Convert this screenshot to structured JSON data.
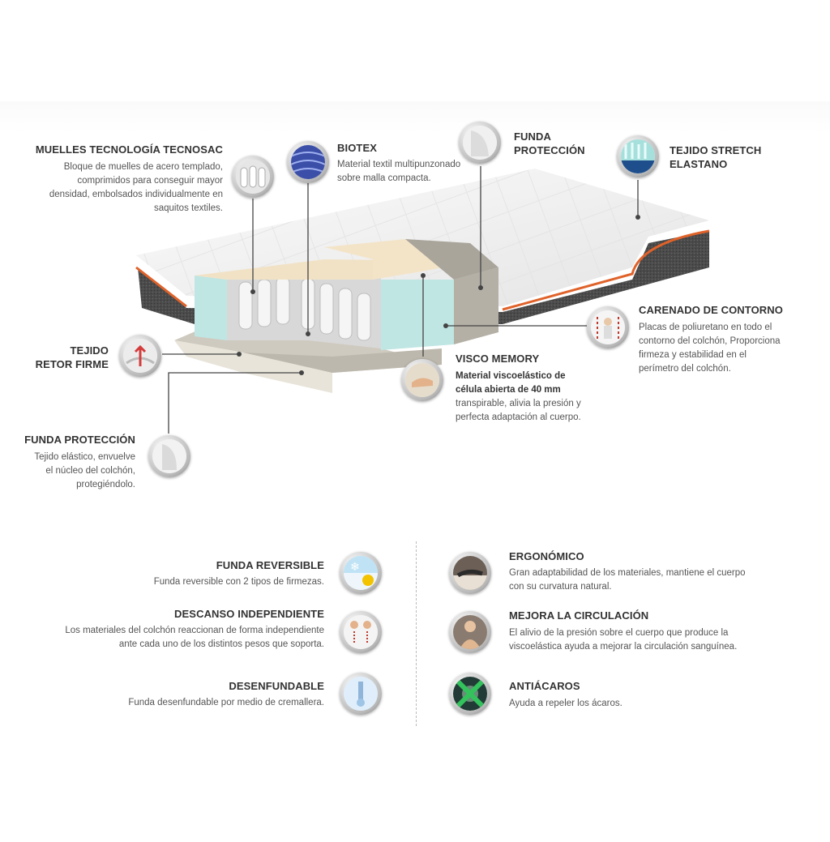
{
  "callouts": {
    "muelles": {
      "title": "MUELLES TECNOLOGÍA TECNOSAC",
      "text": [
        "Bloque de muelles de acero templado,",
        "comprimidos para conseguir mayor",
        "densidad, embolsados individualmente en",
        "saquitos textiles."
      ]
    },
    "biotex": {
      "title": "BIOTEX",
      "text": [
        "Material textil multipunzonado",
        "sobre malla compacta."
      ]
    },
    "funda_top": {
      "title": [
        "FUNDA",
        "PROTECCIÓN"
      ]
    },
    "stretch": {
      "title": [
        "TEJIDO STRETCH",
        "ELASTANO"
      ]
    },
    "carenado": {
      "title": "CARENADO DE CONTORNO",
      "text": [
        "Placas de poliuretano en todo el",
        "contorno del colchón, Proporciona",
        "firmeza y estabilidad en el",
        "perímetro del colchón."
      ]
    },
    "tejido_retor": {
      "title": [
        "TEJIDO",
        "RETOR FIRME"
      ]
    },
    "visco": {
      "title": "VISCO MEMORY",
      "bold": [
        "Material viscoelástico de",
        "célula abierta de 40 mm"
      ],
      "text": [
        "transpirable, alivia la presión y",
        "perfecta adaptación al cuerpo."
      ]
    },
    "funda_bottom": {
      "title": "FUNDA PROTECCIÓN",
      "text": [
        "Tejido elástico, envuelve",
        "el núcleo del colchón,",
        "protegiéndolo."
      ]
    }
  },
  "features_left": [
    {
      "title": "FUNDA REVERSIBLE",
      "text": [
        "Funda reversible con 2 tipos de firmezas."
      ],
      "icon": "snowflake-sun-icon"
    },
    {
      "title": "DESCANSO INDEPENDIENTE",
      "text": [
        "Los materiales del colchón reaccionan de forma independiente",
        "ante cada uno de los distintos pesos que soporta."
      ],
      "icon": "independent-rest-icon"
    },
    {
      "title": "DESENFUNDABLE",
      "text": [
        "Funda desenfundable por medio de cremallera."
      ],
      "icon": "zipper-icon"
    }
  ],
  "features_right": [
    {
      "title": "ERGONÓMICO",
      "text": [
        "Gran adaptabilidad de los materiales, mantiene el cuerpo",
        "con su curvatura natural."
      ],
      "icon": "ergonomic-icon"
    },
    {
      "title": "MEJORA LA CIRCULACIÓN",
      "text": [
        "El alivio de la presión sobre el cuerpo que produce la",
        "viscoelástica ayuda a mejorar la circulación sanguínea."
      ],
      "icon": "circulation-icon"
    },
    {
      "title": "ANTIÁCAROS",
      "text": [
        "Ayuda a repeler los ácaros."
      ],
      "icon": "anti-mites-icon"
    }
  ],
  "colors": {
    "accent_orange": "#e0622a",
    "base_grey": "#4a4a4a",
    "foam_cyan": "#bfe6e3",
    "visco_beige": "#f1e2c6"
  }
}
